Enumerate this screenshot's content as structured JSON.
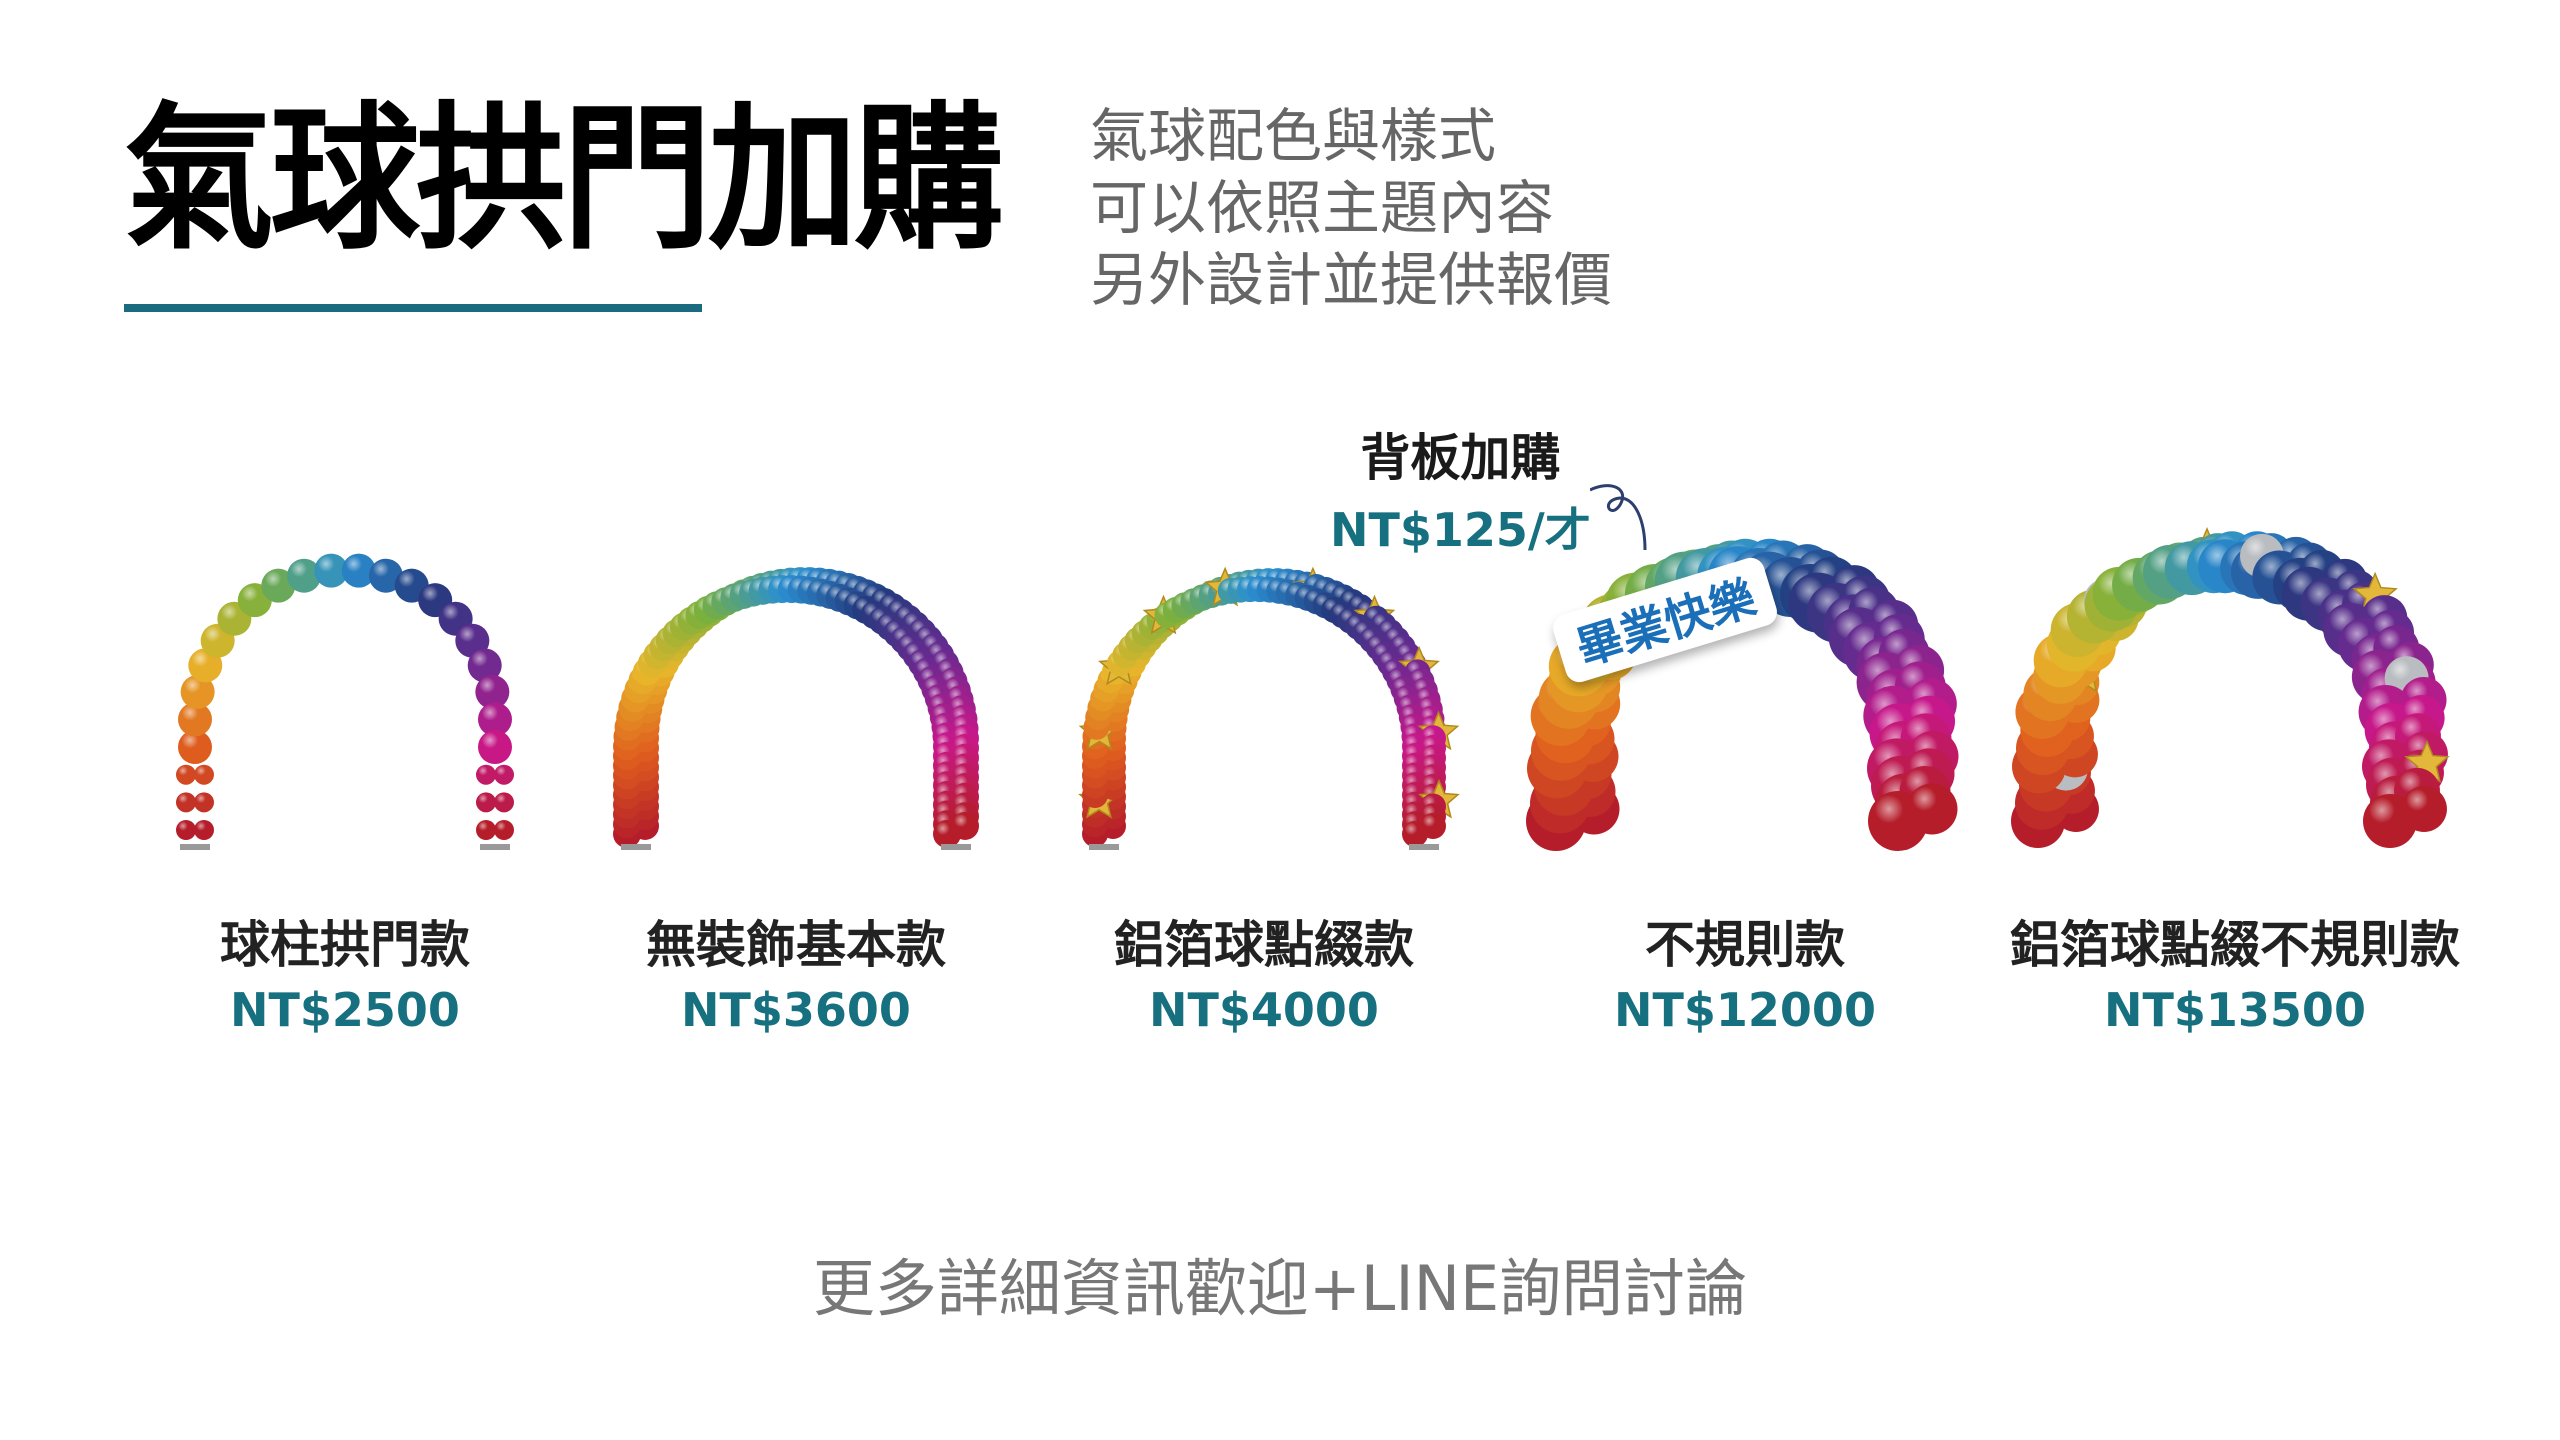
{
  "header": {
    "title": "氣球拱門加購",
    "subtitle": [
      "氣球配色與樣式",
      "可以依照主題內容",
      "另外設計並提供報價"
    ]
  },
  "addon": {
    "label": "背板加購",
    "price": "NT$125/才",
    "banner_text": "畢業快樂"
  },
  "items": [
    {
      "name": "球柱拱門款",
      "price": "NT$2500"
    },
    {
      "name": "無裝飾基本款",
      "price": "NT$3600"
    },
    {
      "name": "鋁箔球點綴款",
      "price": "NT$4000"
    },
    {
      "name": "不規則款",
      "price": "NT$12000"
    },
    {
      "name": "鋁箔球點綴不規則款",
      "price": "NT$13500"
    }
  ],
  "footer": "更多詳細資訊歡迎+LINE詢問討論",
  "colors": {
    "accent": "#1a6b80",
    "price": "#17707f",
    "rainbow": [
      "#b51d2a",
      "#e0601e",
      "#e8b62a",
      "#7ab03c",
      "#2a8fd0",
      "#243a7e",
      "#6a2a90",
      "#c8188a",
      "#b51d2a"
    ]
  }
}
